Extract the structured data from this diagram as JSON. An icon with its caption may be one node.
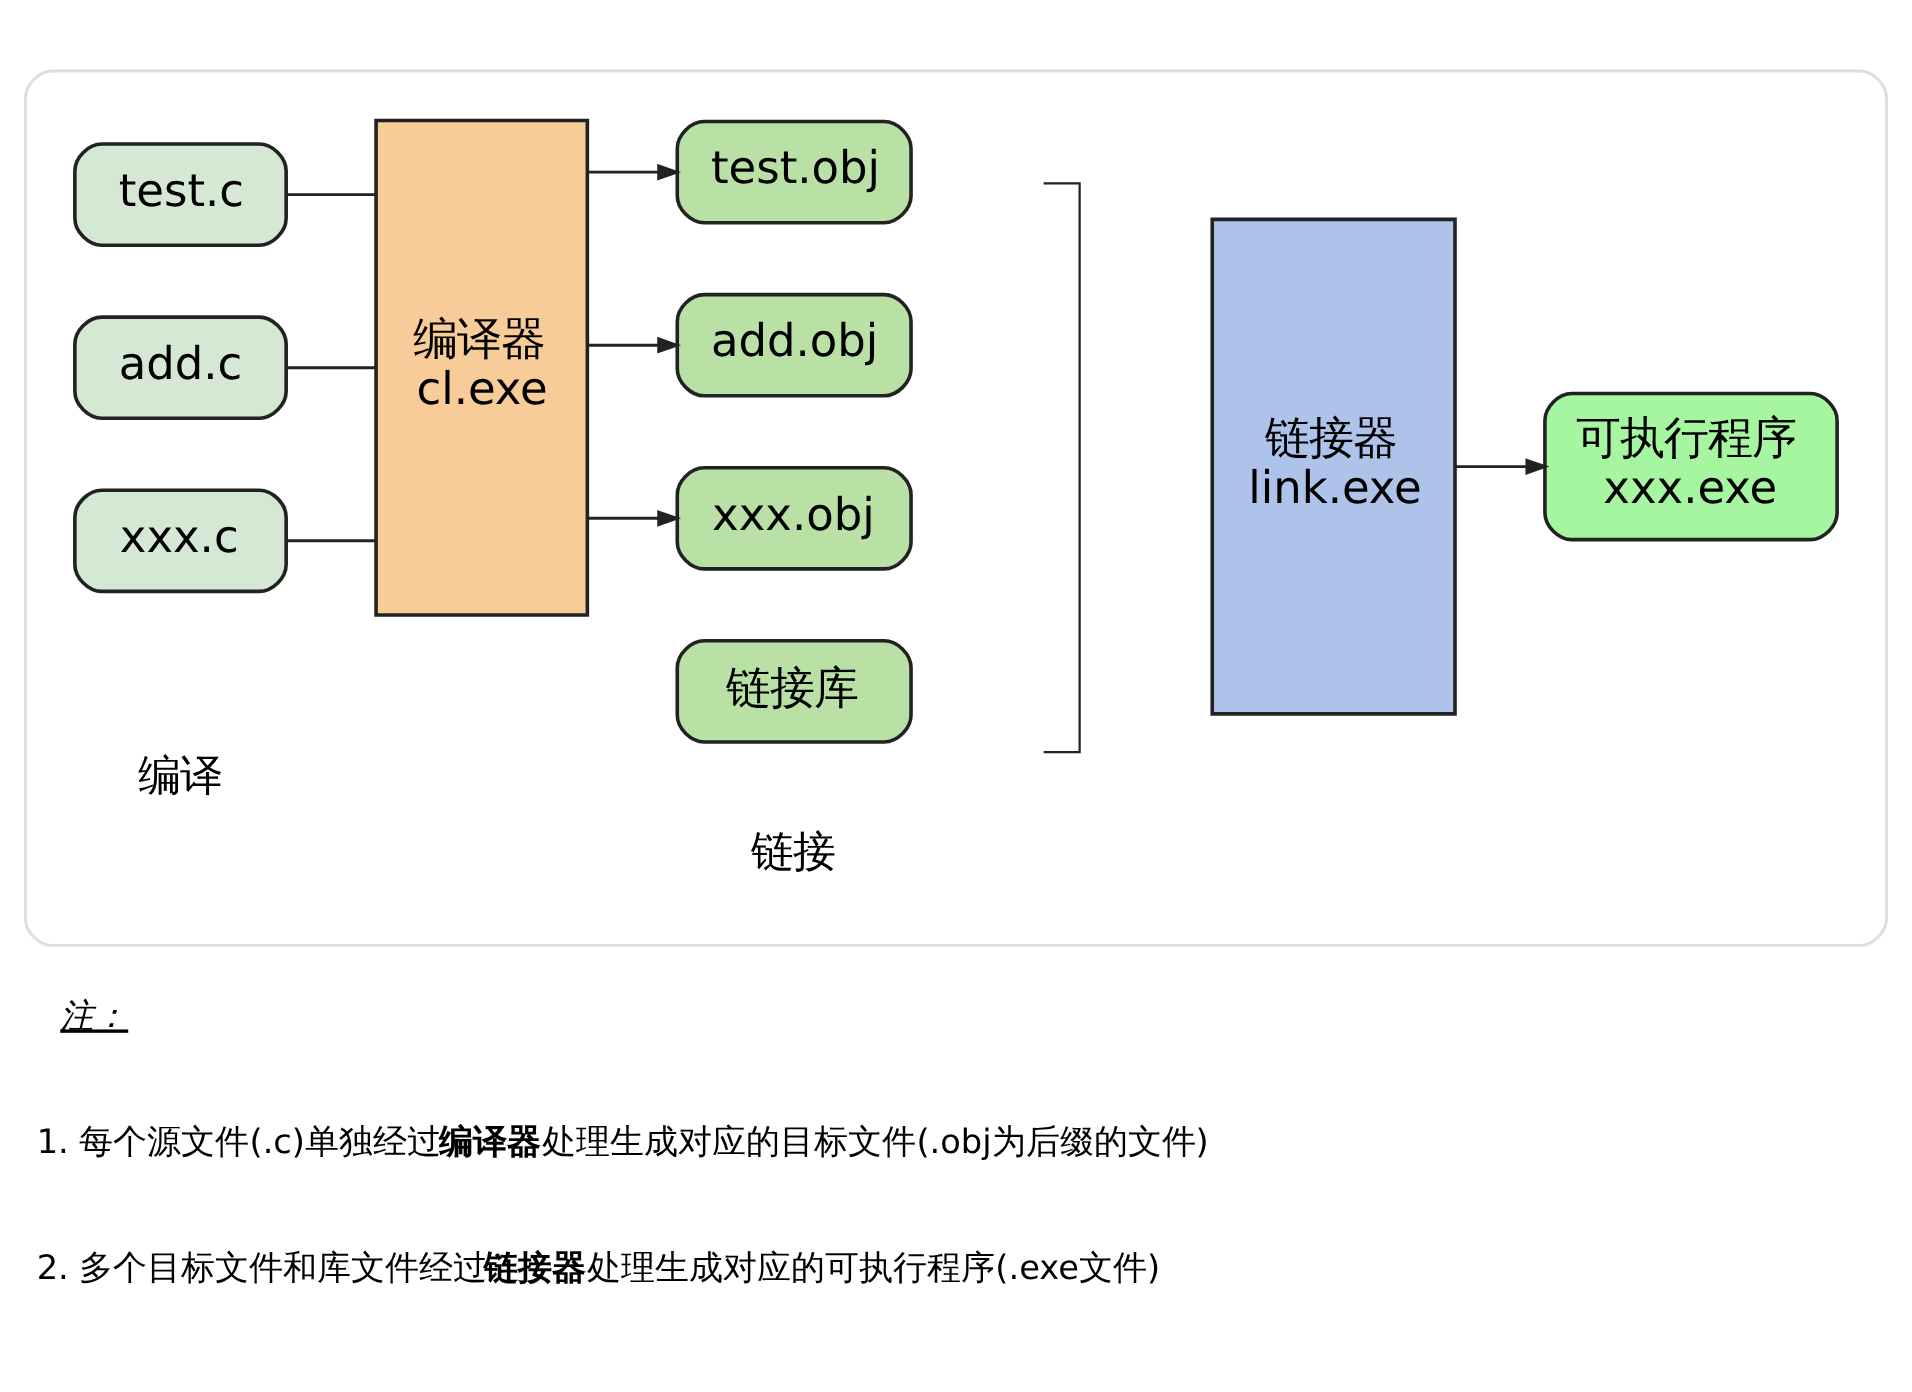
{
  "diagram": {
    "nodes": [
      {
        "text": [],
        "shape": "box"
      },
      {
        "text": [
          "test.c"
        ],
        "in": 0
      },
      {
        "text": [
          "add.c"
        ],
        "in": 0
      },
      {
        "text": [
          "xxx.c"
        ],
        "in": 0
      },
      {
        "text": [
          "编译器",
          "cl.exe"
        ],
        "in": 0
      },
      {
        "text": [
          "test.obj"
        ],
        "in": 0
      },
      {
        "text": [
          "add.obj"
        ],
        "in": 0
      },
      {
        "text": [
          "xxx.obj"
        ],
        "in": 0
      },
      {
        "text": [
          "链接库"
        ],
        "in": 0
      },
      {
        "text": [
          "链接器",
          "link.exe"
        ],
        "in": 0
      },
      {
        "text": [
          "可执行程序",
          "xxx.exe"
        ],
        "in": 0
      }
    ],
    "edges": [
      {
        "from": 1,
        "to": 4,
        "arrow": "none"
      },
      {
        "from": 2,
        "to": 4,
        "arrow": "none"
      },
      {
        "from": 3,
        "to": 4,
        "arrow": "none"
      },
      {
        "from": 4,
        "to": 5,
        "arrow": "to"
      },
      {
        "from": 4,
        "to": 6,
        "arrow": "to"
      },
      {
        "from": 4,
        "to": 7,
        "arrow": "to"
      },
      {
        "from": 9,
        "to": 10,
        "arrow": "to"
      }
    ],
    "labels": [
      "编译",
      "链接",
      "注：",
      "1. 每个源文件(.c)单独经过**编译器**处理生成对应的目标文件(.obj为后缀的文件)",
      "2. 多个目标文件和库文件经过**链接器**处理生成对应的可执行程序(.exe文件)"
    ]
  }
}
